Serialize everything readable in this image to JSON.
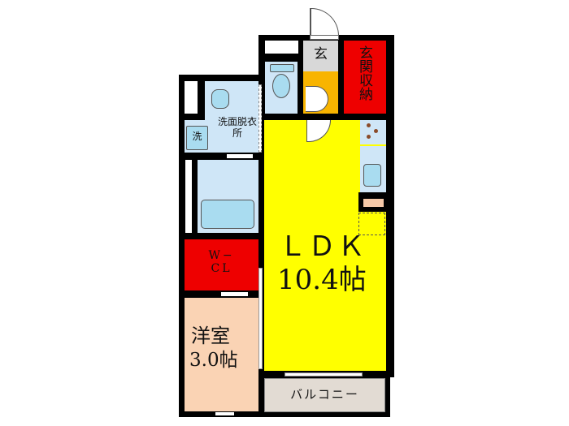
{
  "rooms": {
    "entrance": "玄",
    "entrance_storage": "玄関収納",
    "washroom": "洗面脱衣所",
    "washer": "洗",
    "walk_in_closet": "W−\nCL",
    "ldk_name": "ＬＤＫ",
    "ldk_size": "10.4帖",
    "western_room_name": "洋室",
    "western_room_size": "3.0帖",
    "balcony": "バルコニー"
  },
  "colors": {
    "ldk": "#ffff00",
    "storage": "#ee0000",
    "western_room": "#fad3b4",
    "entrance_floor": "#f8b400",
    "entrance": "#d8d8d8",
    "wet_area": "#cfe6f7",
    "balcony": "#e2dbd3"
  }
}
